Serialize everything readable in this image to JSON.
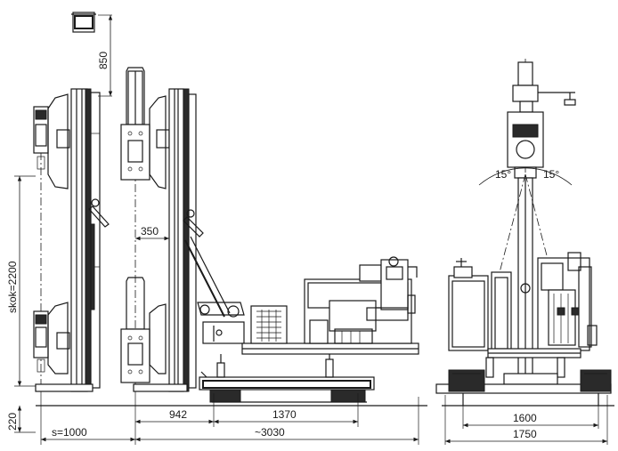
{
  "dimensions": {
    "top_offset": "850",
    "stroke": "skok=2200",
    "mast_gap": "350",
    "base_height": "220",
    "step": "s=1000",
    "seg_942": "942",
    "seg_1370": "1370",
    "total_length": "~3030",
    "track_inner": "1600",
    "track_outer": "1750",
    "angle_left": "15°",
    "angle_right": "15°"
  }
}
